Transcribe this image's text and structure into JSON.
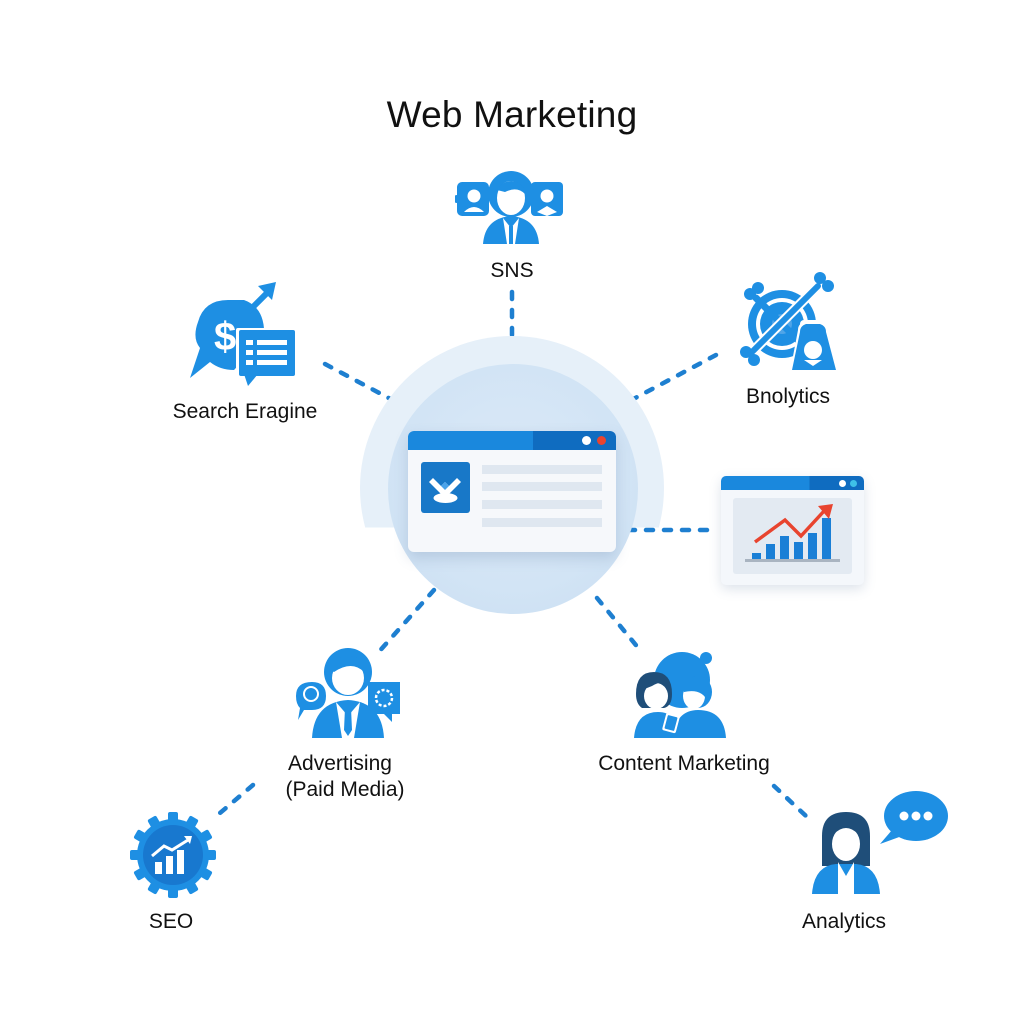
{
  "title": "Web Marketing",
  "colors": {
    "primary_blue": "#1e8fe3",
    "dark_blue": "#0f6cc0",
    "navy": "#1f4e79",
    "hub_light": "#d2e4f5",
    "hub_arc": "#e6f0f9",
    "trend_red": "#e8442f",
    "connector": "#1e7fd0"
  },
  "hub": {
    "name": "website-window",
    "window_dots": [
      "#ffffff",
      "#e8442f"
    ]
  },
  "nodes": [
    {
      "id": "sns",
      "label": "SNS",
      "icon": "people-group-icon"
    },
    {
      "id": "search-engine",
      "label": "Search Eragine",
      "icon": "dollar-chat-icon"
    },
    {
      "id": "bnolytics",
      "label": "Bnolytics",
      "icon": "crossed-target-bell-icon"
    },
    {
      "id": "dashboard",
      "label": "",
      "icon": "growth-chart-window-icon"
    },
    {
      "id": "advertising",
      "label_line1": "Advertising",
      "label_line2": "(Paid Media)",
      "icon": "businessman-icon"
    },
    {
      "id": "content-marketing",
      "label": "Content Marketing",
      "icon": "team-collaboration-icon"
    },
    {
      "id": "seo",
      "label": "SEO",
      "icon": "gear-chart-icon"
    },
    {
      "id": "analytics",
      "label": "Analytics",
      "icon": "woman-speech-bubble-icon"
    }
  ],
  "dashboard_chart": {
    "bars": [
      6,
      14,
      20,
      15,
      24,
      36
    ],
    "trend": "up"
  }
}
